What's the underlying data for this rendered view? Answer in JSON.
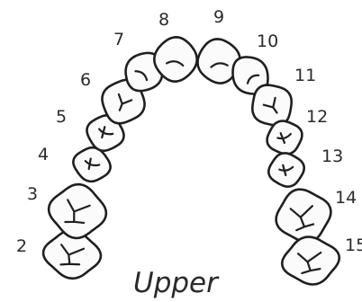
{
  "diagram": {
    "title": "Upper",
    "teeth": [
      {
        "number": "2",
        "type": "molar"
      },
      {
        "number": "3",
        "type": "molar"
      },
      {
        "number": "4",
        "type": "premolar"
      },
      {
        "number": "5",
        "type": "premolar"
      },
      {
        "number": "6",
        "type": "canine"
      },
      {
        "number": "7",
        "type": "lateral-incisor"
      },
      {
        "number": "8",
        "type": "central-incisor"
      },
      {
        "number": "9",
        "type": "central-incisor"
      },
      {
        "number": "10",
        "type": "lateral-incisor"
      },
      {
        "number": "11",
        "type": "canine"
      },
      {
        "number": "12",
        "type": "premolar"
      },
      {
        "number": "13",
        "type": "premolar"
      },
      {
        "number": "14",
        "type": "molar"
      },
      {
        "number": "15",
        "type": "molar"
      }
    ]
  }
}
